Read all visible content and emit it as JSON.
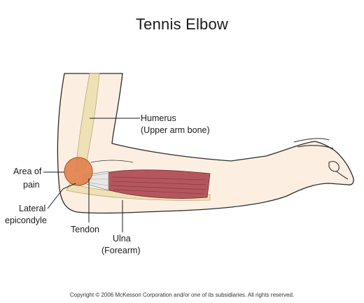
{
  "title": "Tennis Elbow",
  "labels": {
    "humerus": "Humerus",
    "humerus_sub": "(Upper arm bone)",
    "area_line1": "Area of",
    "area_line2": "pain",
    "lateral_line1": "Lateral",
    "lateral_line2": "epicondyle",
    "tendon": "Tendon",
    "ulna": "Ulna",
    "ulna_sub": "(Forearm)"
  },
  "copyright": "Copyright © 2006 McKesson Corporation and/or one of its subsidiaries.  All rights reserved.",
  "colors": {
    "skin": "#fcefe2",
    "bone": "#efe1b6",
    "muscle": "#b5565e",
    "pain": "#e0804a",
    "outline": "#2b2b2b"
  }
}
